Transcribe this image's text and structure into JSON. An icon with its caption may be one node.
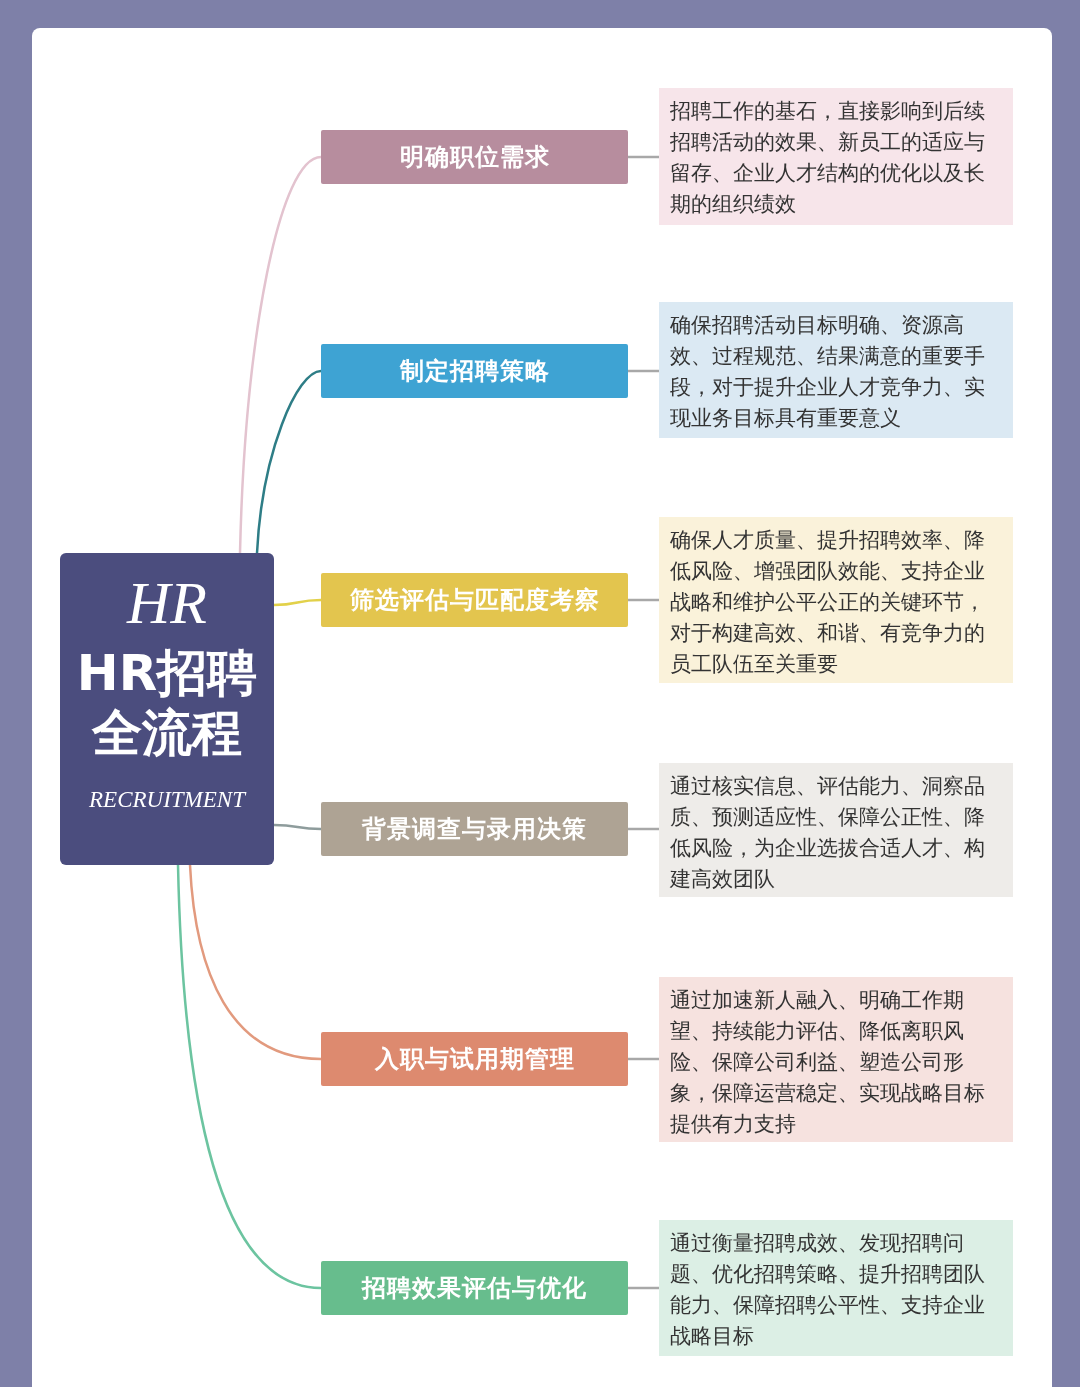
{
  "diagram": {
    "nodes": [
      {
        "text": [
          "HR",
          "HR招聘全流程",
          "RECRUITMENT"
        ]
      },
      {
        "text": [
          "明确职位需求"
        ]
      },
      {
        "text": [
          "招聘工作的基石，直接影响到后续招聘活动的效果、新员工的适应与留存、企业人才结构的优化以及长期的组织绩效"
        ]
      },
      {
        "text": [
          "制定招聘策略"
        ]
      },
      {
        "text": [
          "确保招聘活动目标明确、资源高效、过程规范、结果满意的重要手段，对于提升企业人才竞争力、实现业务目标具有重要意义"
        ]
      },
      {
        "text": [
          "筛选评估与匹配度考察"
        ]
      },
      {
        "text": [
          "确保人才质量、提升招聘效率、降低风险、增强团队效能、支持企业战略和维护公平公正的关键环节，对于构建高效、和谐、有竞争力的员工队伍至关重要"
        ]
      },
      {
        "text": [
          "背景调查与录用决策"
        ]
      },
      {
        "text": [
          "通过核实信息、评估能力、洞察品质、预测适应性、保障公正性、降低风险，为企业选拔合适人才、构建高效团队"
        ]
      },
      {
        "text": [
          "入职与试用期管理"
        ]
      },
      {
        "text": [
          "通过加速新人融入、明确工作期望、持续能力评估、降低离职风险、保障公司利益、塑造公司形象，保障运营稳定、实现战略目标提供有力支持"
        ]
      },
      {
        "text": [
          "招聘效果评估与优化"
        ]
      },
      {
        "text": [
          "通过衡量招聘成效、发现招聘问题、优化招聘策略、提升招聘团队能力、保障招聘公平性、支持企业战略目标"
        ]
      }
    ],
    "edges": [
      {
        "from": 0,
        "to": 1,
        "arrow": "none",
        "color": "#e3c3cf"
      },
      {
        "from": 1,
        "to": 2,
        "arrow": "none"
      },
      {
        "from": 0,
        "to": 3,
        "arrow": "none",
        "color": "#2e7d86"
      },
      {
        "from": 3,
        "to": 4,
        "arrow": "none"
      },
      {
        "from": 0,
        "to": 5,
        "arrow": "none",
        "color": "#e2d14a"
      },
      {
        "from": 5,
        "to": 6,
        "arrow": "none"
      },
      {
        "from": 0,
        "to": 7,
        "arrow": "none",
        "color": "#8e9c9c"
      },
      {
        "from": 7,
        "to": 8,
        "arrow": "none"
      },
      {
        "from": 0,
        "to": 9,
        "arrow": "none",
        "color": "#e29a7e"
      },
      {
        "from": 9,
        "to": 10,
        "arrow": "none"
      },
      {
        "from": 0,
        "to": 11,
        "arrow": "none",
        "color": "#6cc4a0"
      },
      {
        "from": 11,
        "to": 12,
        "arrow": "none"
      }
    ]
  }
}
